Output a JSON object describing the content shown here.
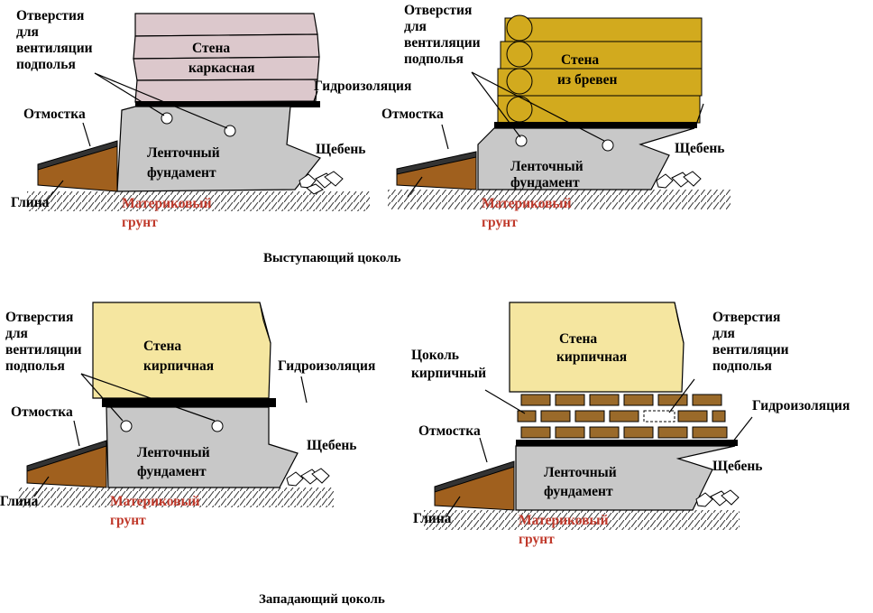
{
  "captions": {
    "protruding": "Выступающий цоколь",
    "recessed": "Западающий  цоколь"
  },
  "labels": {
    "vent_holes": [
      "Отверстия",
      "для",
      "вентиляции",
      "подполья"
    ],
    "wall_frame": [
      "Стена",
      "каркасная"
    ],
    "wall_log": [
      "Стена",
      "из бревен"
    ],
    "wall_brick": [
      "Стена",
      "кирпичная"
    ],
    "plinth_brick": [
      "Цоколь",
      "кирпичный"
    ],
    "waterproofing": "Гидроизоляция",
    "blind_area": "Отмостка",
    "gravel": "Щебень",
    "clay": "Глина",
    "strip_foundation": [
      "Ленточный",
      "фундамент"
    ],
    "native_soil": [
      "Материковый",
      "грунт"
    ]
  },
  "colors": {
    "foundation": "#c8c8c8",
    "frame_wall": "#dcc8cc",
    "log_wall": "#d2aa1e",
    "brick_wall": "#f5e6a0",
    "brick": "#9a6a2a",
    "clay": "#a0601e",
    "red_text": "#c0392b"
  }
}
